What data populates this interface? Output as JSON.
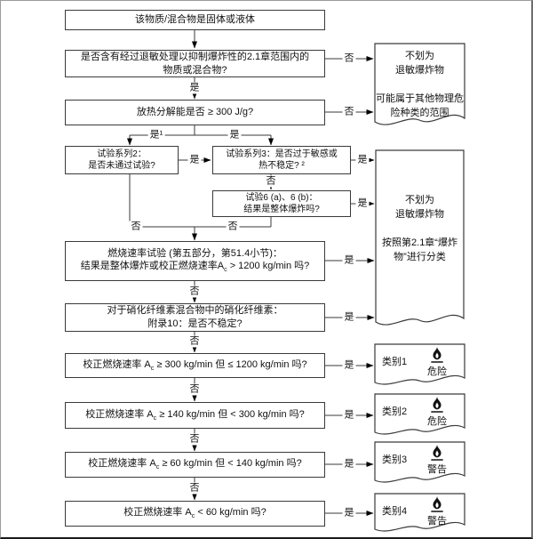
{
  "diagram": {
    "labels": {
      "yes": "是",
      "no": "否",
      "yes1": "是¹"
    },
    "nodes": {
      "solid_or_liquid": "该物质/混合物是固体或液体",
      "contains_desensitized": "是否含有经过退敏处理以抑制爆炸性的2.1章范围内的\n物质或混合物?",
      "decomposition_energy": "放热分解能是否 ≥ 300 J/g?",
      "test_series_2": "试验系列2：\n是否未通过试验?",
      "test_series_3": "试验系列3：是否过于敏感或\n热不稳定? ²",
      "test_6ab": "试验6 (a)、6 (b)：\n结果是整体爆炸吗?",
      "burning_rate": {
        "pre": "燃烧速率试验 (第五部分，第51.4小节)：\n结果是整体爆炸或校正燃烧速率A",
        "sub": "c",
        "post": " > 1200 kg/min 吗?"
      },
      "nitrocellulose": "对于硝化纤维素混合物中的硝化纤维素：\n附录10：是否不稳定?",
      "rate_300_1200": {
        "pre": "校正燃烧速率 A",
        "sub": "c",
        "post": " ≥ 300 kg/min 但 ≤ 1200 kg/min 吗?"
      },
      "rate_140_300": {
        "pre": "校正燃烧速率 A",
        "sub": "c",
        "post": " ≥ 140 kg/min 但 < 300 kg/min 吗?"
      },
      "rate_60_140": {
        "pre": "校正燃烧速率 A",
        "sub": "c",
        "post": " ≥ 60 kg/min 但 < 140 kg/min 吗?"
      },
      "rate_lt_60": {
        "pre": "校正燃烧速率 A",
        "sub": "c",
        "post": " < 60 kg/min 吗?"
      }
    },
    "outcomes": {
      "not_desensitized_other_hazard": "不划为\n退敏爆炸物\n\n可能属于其他物理危\n险种类的范围",
      "not_desensitized_explosive": "不划为\n退敏爆炸物\n\n按照第2.1章“爆炸\n物”进行分类",
      "categories": [
        {
          "label": "类别1",
          "signal": "危险",
          "pictogram": "flame-icon"
        },
        {
          "label": "类别2",
          "signal": "危险",
          "pictogram": "flame-icon"
        },
        {
          "label": "类别3",
          "signal": "警告",
          "pictogram": "flame-icon"
        },
        {
          "label": "类别4",
          "signal": "警告",
          "pictogram": "flame-icon"
        }
      ]
    },
    "colors": {
      "line": "#3a3a3a",
      "arrowhead": "#000000",
      "pictogram": "#111111",
      "background": "#ffffff"
    }
  }
}
